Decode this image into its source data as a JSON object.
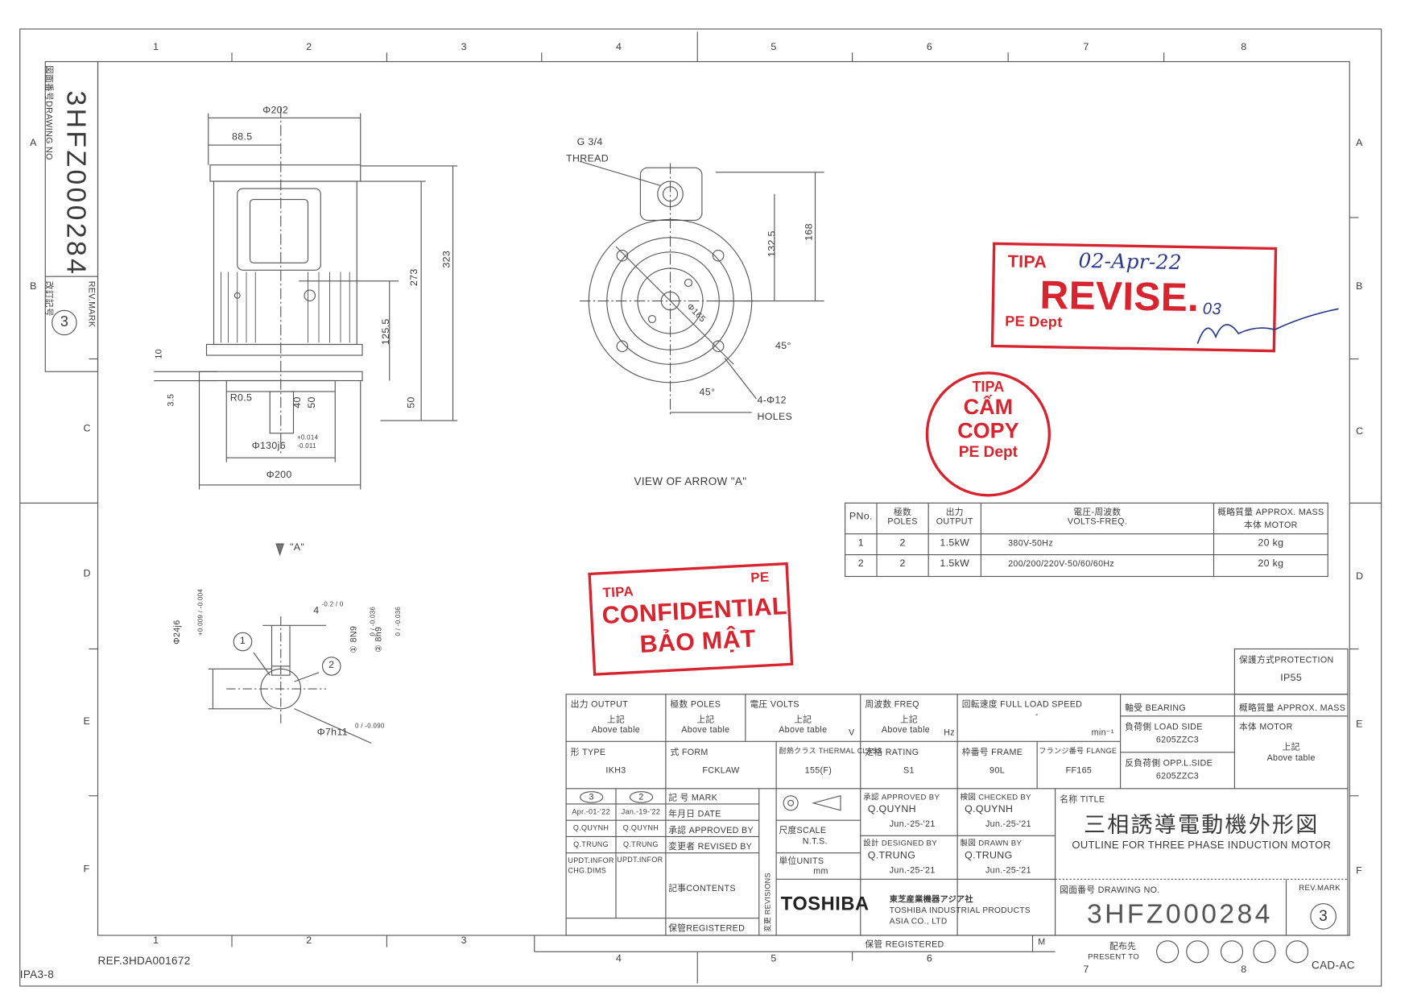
{
  "frame": {
    "columns": [
      "1",
      "2",
      "3",
      "4",
      "5",
      "6",
      "7",
      "8"
    ],
    "rows": [
      "A",
      "B",
      "C",
      "D",
      "E",
      "F"
    ],
    "ref": "REF.3HDA001672",
    "sheet_code": "IPA3-8",
    "cad": "CAD-AC"
  },
  "left_strip": {
    "drawing_no_label": "図面番号DRAWING NO",
    "drawing_no": "3HFZ000284",
    "rev_label_jp": "改訂記号",
    "rev_label": "REV.MARK",
    "rev": "3"
  },
  "front_view": {
    "dia_top": "Φ202",
    "offset": "88.5",
    "h_273": "273",
    "h_323": "323",
    "h_125": "125.5",
    "foot_10": "10",
    "foot_3_5": "3.5",
    "radius": "R0.5",
    "shaft_40": "40",
    "shaft_50": "50",
    "spigot_50": "50",
    "spigot": "Φ130j6",
    "spigot_tol_upper": "+0.014",
    "spigot_tol_lower": "-0.011",
    "flange_dia": "Φ200",
    "arrow_label": "\"A\""
  },
  "flange_view": {
    "thread_size": "G 3/4",
    "thread_label": "THREAD",
    "h_132": "132.5",
    "h_168": "168",
    "pcd": "Φ165",
    "angle_1": "45°",
    "angle_2": "45°",
    "holes": "4-Φ12",
    "holes_label": "HOLES",
    "caption": "VIEW OF ARROW \"A\""
  },
  "key_view": {
    "shaft_dia": "Φ24j6",
    "shaft_tol": "+0.009 / -0.004",
    "key_depth": "4",
    "key_depth_tol": "-0.2 / 0",
    "keyway_1": "① 8N9",
    "keyway_1_tol": "0 / -0.036",
    "keyway_2": "② 8h9",
    "keyway_2_tol": "0 / -0.036",
    "key_dia": "Φ7h11",
    "key_dia_tol": "0 / -0.090",
    "balloon_1": "1",
    "balloon_2": "2"
  },
  "spec_table": {
    "headers": {
      "pno": "PNo.",
      "poles_jp": "極数",
      "poles": "POLES",
      "output_jp": "出力",
      "output": "OUTPUT",
      "volts_jp": "電圧-周波数",
      "volts": "VOLTS-FREQ.",
      "mass_jp": "概略質量 APPROX. MASS",
      "mass": "本体 MOTOR"
    },
    "rows": [
      {
        "pno": "1",
        "poles": "2",
        "output": "1.5kW",
        "volts": "380V-50Hz",
        "mass": "20 kg"
      },
      {
        "pno": "2",
        "poles": "2",
        "output": "1.5kW",
        "volts": "200/200/220V-50/60/60Hz",
        "mass": "20 kg"
      }
    ]
  },
  "title_block": {
    "protection_label": "保護方式PROTECTION",
    "protection": "IP55",
    "output_label": "出力 OUTPUT",
    "poles_label": "極数 POLES",
    "volts_label": "電圧 VOLTS",
    "freq_label": "周波数 FREQ",
    "above_jp": "上記",
    "above": "Above table",
    "unit_v": "V",
    "unit_hz": "Hz",
    "speed_label": "回転速度 FULL LOAD SPEED",
    "speed": "-",
    "speed_unit": "min⁻¹",
    "bearing_label": "軸受 BEARING",
    "load_side_label": "負荷側 LOAD SIDE",
    "load_side": "6205ZZC3",
    "opp_side_label": "反負荷側 OPP.L.SIDE",
    "opp_side": "6205ZZC3",
    "mass_label": "概略質量 APPROX. MASS",
    "motor_label": "本体 MOTOR",
    "type_label": "形 TYPE",
    "type": "IKH3",
    "form_label": "式 FORM",
    "form": "FCKLAW",
    "thermal_label": "耐熱クラス THERMAL CLASS",
    "thermal": "155(F)",
    "rating_label": "定格 RATING",
    "rating": "S1",
    "frame_label": "枠番号 FRAME",
    "frame": "90L",
    "flange_label": "フランジ番号 FLANGE",
    "flange": "FF165",
    "revisions": [
      {
        "mark": "3",
        "date": "Apr.-01-'22",
        "approved": "Q.QUYNH",
        "revised": "Q.TRUNG",
        "contents": "UPDT.INFOR CHG.DIMS"
      },
      {
        "mark": "2",
        "date": "Jan.-19-'22",
        "approved": "Q.QUYNH",
        "revised": "Q.TRUNG",
        "contents": "UPDT.INFOR"
      }
    ],
    "mark_label": "記 号 MARK",
    "date_label": "年月日 DATE",
    "rev_approved_label": "承認 APPROVED BY",
    "revised_label": "変更者 REVISED BY",
    "contents_label": "記事CONTENTS",
    "registered_label": "保管REGISTERED",
    "revisions_label": "変更 REVISIONS",
    "scale_label": "尺度SCALE",
    "scale": "N.T.S.",
    "units_label": "単位UNITS",
    "units": "mm",
    "approved_label": "承認 APPROVED BY",
    "approved": "Q.QUYNH",
    "approved_date": "Jun.-25-'21",
    "checked_label": "検図 CHECKED BY",
    "checked": "Q.QUYNH",
    "checked_date": "Jun.-25-'21",
    "designed_label": "設計 DESIGNED BY",
    "designed": "Q.TRUNG",
    "designed_date": "Jun.-25-'21",
    "drawn_label": "製図 DRAWN BY",
    "drawn": "Q.TRUNG",
    "drawn_date": "Jun.-25-'21",
    "title_label": "名称 TITLE",
    "title_jp": "三相誘導電動機外形図",
    "title": "OUTLINE FOR THREE PHASE INDUCTION MOTOR",
    "company_logo": "TOSHIBA",
    "company_jp": "東芝産業機器アジア社",
    "company_1": "TOSHIBA INDUSTRIAL PRODUCTS",
    "company_2": "ASIA CO., LTD",
    "drawing_no_label": "図面番号 DRAWING NO.",
    "drawing_no": "3HFZ000284",
    "rev_mark_label": "REV.MARK",
    "rev_mark": "3",
    "registered_bottom": "保管 REGISTERED",
    "m": "M",
    "present_to_jp": "配布先",
    "present_to": "PRESENT TO"
  },
  "stamps": {
    "revise": {
      "company": "TIPA",
      "date": "02-Apr-22",
      "text": "REVISE.",
      "number": "03",
      "dept": "PE Dept"
    },
    "no_copy": {
      "company": "TIPA",
      "line1": "CẤM",
      "line2": "COPY",
      "dept": "PE Dept"
    },
    "confidential": {
      "company": "TIPA",
      "dept": "PE",
      "line1": "CONFIDENTIAL",
      "line2": "BẢO MẬT"
    },
    "color": "#d8242f"
  }
}
